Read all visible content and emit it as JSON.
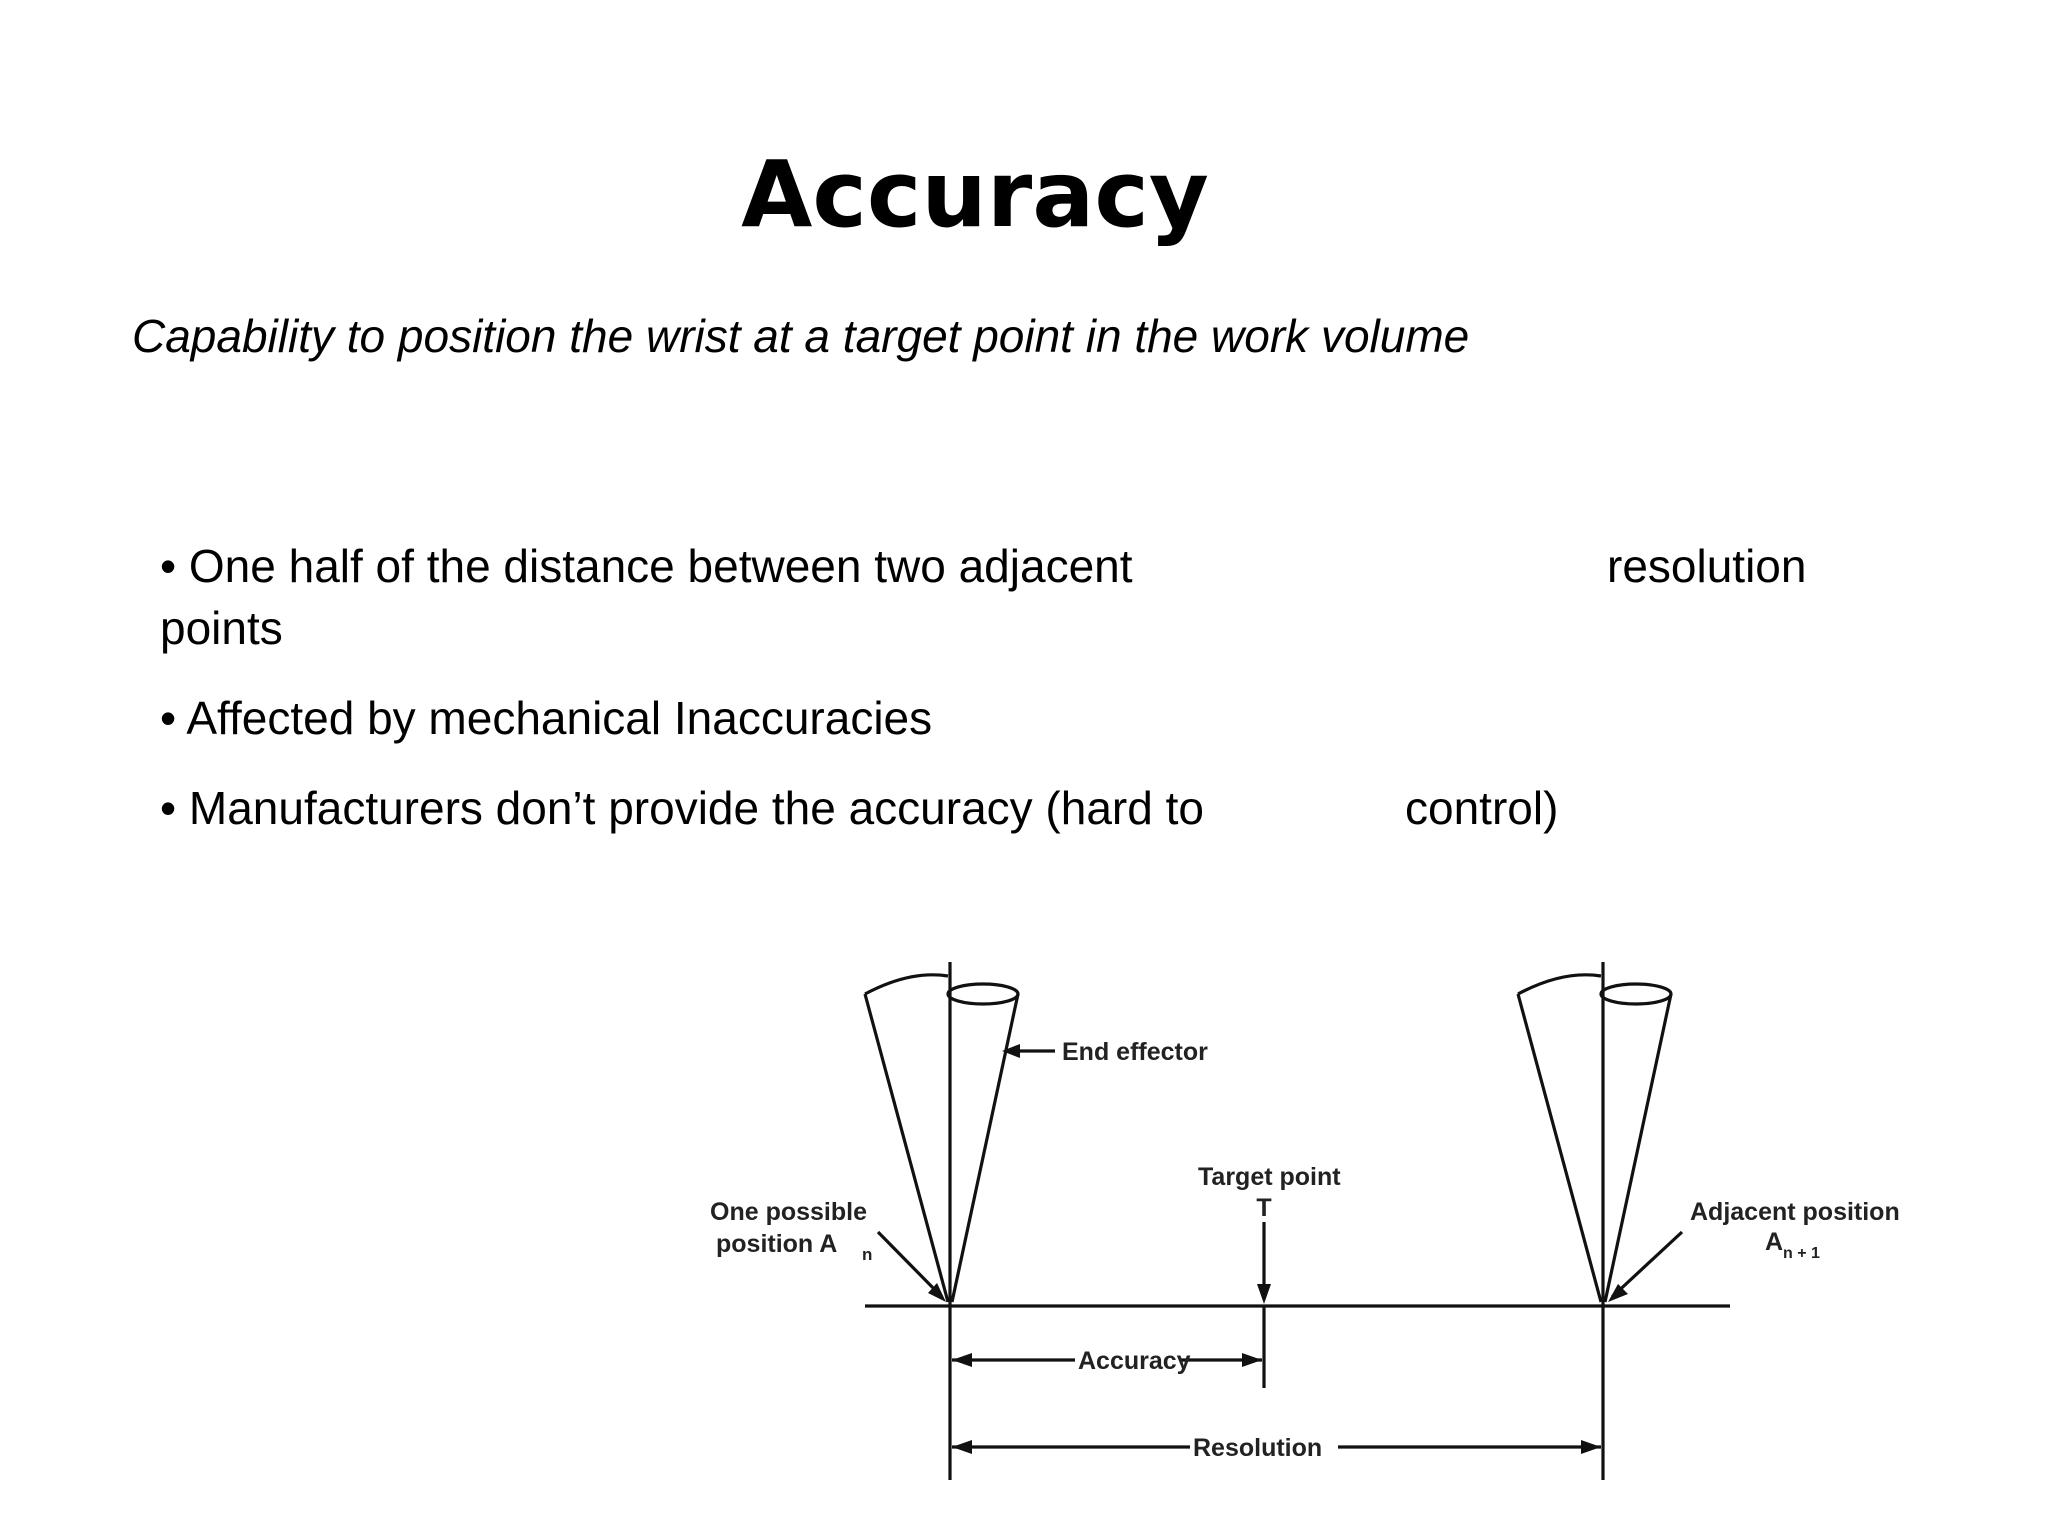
{
  "slide": {
    "title": "Accuracy",
    "subtitle": "Capability to position the wrist at a target point in the work volume",
    "bullets": [
      {
        "text_main": "• One half of the distance between two adjacent",
        "text_right": "resolution",
        "text_cont": "points"
      },
      {
        "text_main": "• Affected by mechanical Inaccuracies"
      },
      {
        "text_main": "• Manufacturers don’t provide the accuracy (hard to",
        "text_right": "control)"
      }
    ]
  },
  "diagram": {
    "labels": {
      "end_effector": "End effector",
      "target_point": "Target point",
      "target_symbol": "T",
      "one_possible_line1": "One possible",
      "one_possible_line2": "position A",
      "one_possible_sub": "n",
      "adjacent_line1": "Adjacent position",
      "adjacent_line2": "A",
      "adjacent_sub": "n + 1",
      "accuracy": "Accuracy",
      "resolution": "Resolution"
    }
  }
}
